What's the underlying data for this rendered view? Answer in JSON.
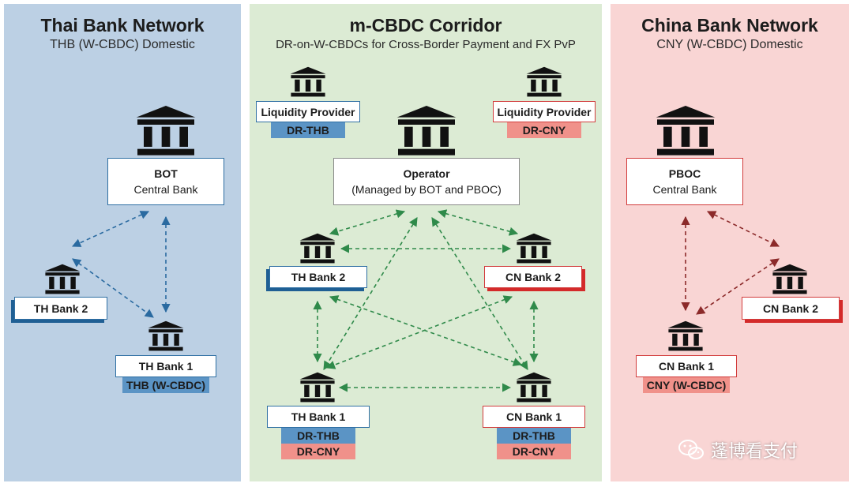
{
  "panels": {
    "thai": {
      "title": "Thai Bank Network",
      "subtitle": "THB (W-CBDC) Domestic",
      "color": "#bcd0e4"
    },
    "corridor": {
      "title": "m-CBDC Corridor",
      "subtitle": "DR-on-W-CBDCs for Cross-Border Payment and FX PvP",
      "color": "#dcebd4"
    },
    "china": {
      "title": "China Bank Network",
      "subtitle": "CNY (W-CBDC) Domestic",
      "color": "#f9d5d4"
    }
  },
  "thai_network": {
    "bot": {
      "name": "BOT",
      "role": "Central Bank"
    },
    "th_bank_2": {
      "name": "TH Bank 2"
    },
    "th_bank_1": {
      "name": "TH Bank 1",
      "tag": "THB (W-CBDC)"
    }
  },
  "corridor": {
    "lp_left": {
      "name": "Liquidity Provider",
      "tag": "DR-THB"
    },
    "lp_right": {
      "name": "Liquidity Provider",
      "tag": "DR-CNY"
    },
    "operator": {
      "name": "Operator",
      "role": "(Managed by BOT and PBOC)"
    },
    "th_bank_2": {
      "name": "TH Bank 2"
    },
    "cn_bank_2": {
      "name": "CN Bank 2"
    },
    "th_bank_1": {
      "name": "TH Bank 1",
      "tags": [
        "DR-THB",
        "DR-CNY"
      ]
    },
    "cn_bank_1": {
      "name": "CN Bank 1",
      "tags": [
        "DR-THB",
        "DR-CNY"
      ]
    }
  },
  "china_network": {
    "pboc": {
      "name": "PBOC",
      "role": "Central Bank"
    },
    "cn_bank_2": {
      "name": "CN Bank 2"
    },
    "cn_bank_1": {
      "name": "CN Bank 1",
      "tag": "CNY (W-CBDC)"
    }
  },
  "watermark": {
    "text": "蓬博看支付",
    "icon": "wechat-icon"
  },
  "colors": {
    "thai_link": "#2a6aa0",
    "corridor_link": "#2f8a4a",
    "china_link": "#8c2a2a",
    "tag_blue": "#5b94c5",
    "tag_red": "#f0918a",
    "shadow_blue": "#1f5f94",
    "shadow_red": "#d42a2a"
  }
}
